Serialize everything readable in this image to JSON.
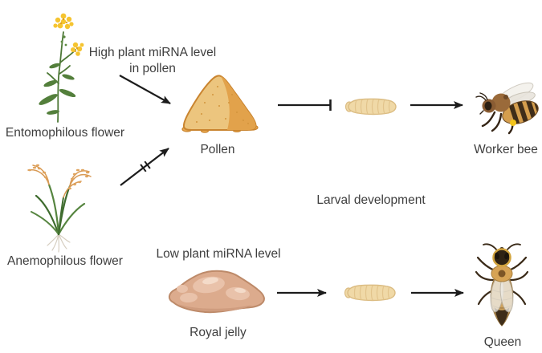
{
  "nodes": {
    "entomophilous_flower": "Entomophilous flower",
    "anemophilous_flower": "Anemophilous flower",
    "pollen": "Pollen",
    "royal_jelly": "Royal jelly",
    "worker_bee": "Worker bee",
    "queen": "Queen"
  },
  "annotations": {
    "high_mirna_line1": "High plant miRNA level",
    "high_mirna_line2": "in pollen",
    "low_mirna": "Low plant miRNA level",
    "larval_development": "Larval development"
  },
  "connectors": [
    {
      "from": "high-mirna-annotation",
      "to": "pollen",
      "type": "arrow"
    },
    {
      "from": "anemophilous-flower",
      "to": "pollen",
      "type": "blocked-arrow"
    },
    {
      "from": "pollen",
      "to": "larva-top",
      "type": "inhibition"
    },
    {
      "from": "larva-top",
      "to": "worker-bee",
      "type": "arrow"
    },
    {
      "from": "royal-jelly",
      "to": "larva-bottom",
      "type": "arrow"
    },
    {
      "from": "larva-bottom",
      "to": "queen",
      "type": "arrow"
    }
  ],
  "palette": {
    "text": "#3e3e3e",
    "arrow": "#1c1c1c",
    "pollen_light": "#ecc57e",
    "pollen_shade": "#e2a24b",
    "pollen_outline": "#c9842f",
    "larva_body": "#f0d9a7",
    "larva_outline": "#dbbc82",
    "jelly_fill": "#dcab8d",
    "jelly_light": "#e9c2aa",
    "jelly_outline": "#bd8a69",
    "flower_yellow": "#f5c430",
    "leaf_green": "#4d7836",
    "panicle_orange": "#d89a55",
    "bee_amber": "#d59e4d",
    "bee_dark": "#3f2d19",
    "queen_gold": "#d2a43e"
  }
}
